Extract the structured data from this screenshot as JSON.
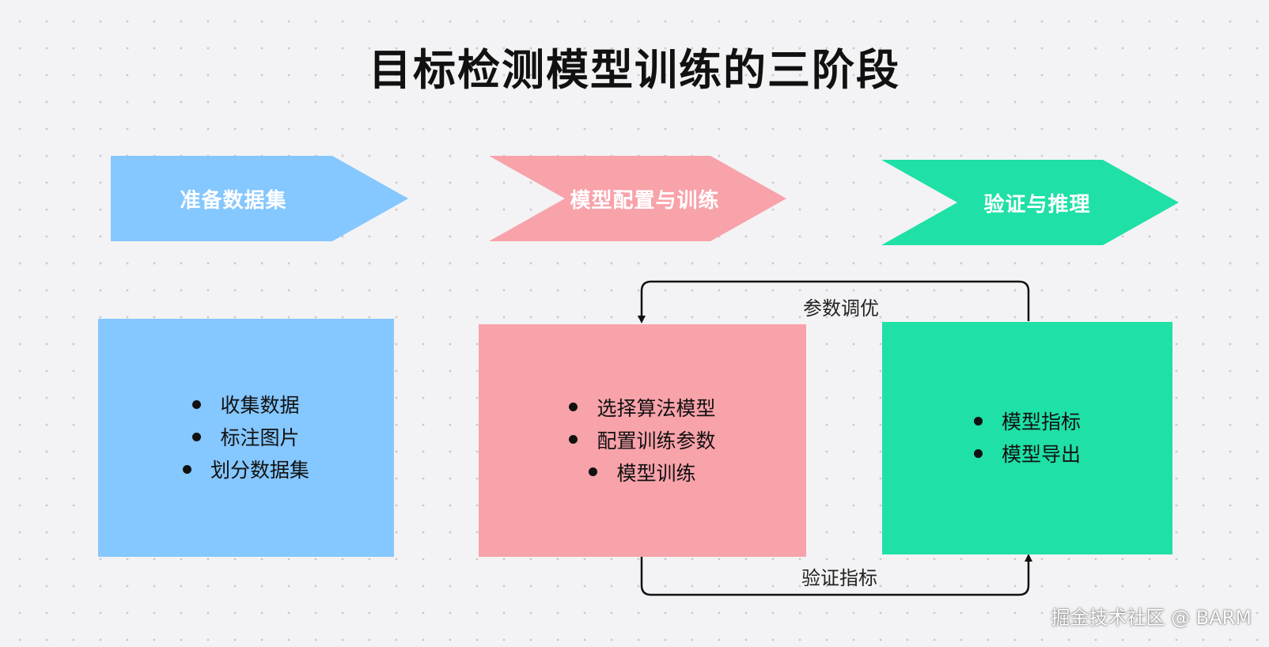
{
  "title": "目标检测模型训练的三阶段",
  "colors": {
    "blue": "#85c7ff",
    "pink": "#f8a2aa",
    "green": "#1fe0a6",
    "background": "#f3f3f5",
    "line": "#111111"
  },
  "stages": [
    {
      "label": "准备数据集",
      "shape": "arrow",
      "color": "blue",
      "items": [
        "收集数据",
        "标注图片",
        "划分数据集"
      ]
    },
    {
      "label": "模型配置与训练",
      "shape": "chevron",
      "color": "pink",
      "items": [
        "选择算法模型",
        "配置训练参数",
        "模型训练"
      ]
    },
    {
      "label": "验证与推理",
      "shape": "chevron",
      "color": "green",
      "items": [
        "模型指标",
        "模型导出"
      ]
    }
  ],
  "connectors": {
    "feedback": "参数调优",
    "forward": "验证指标"
  },
  "watermark": "掘金技术社区 @ BARM"
}
